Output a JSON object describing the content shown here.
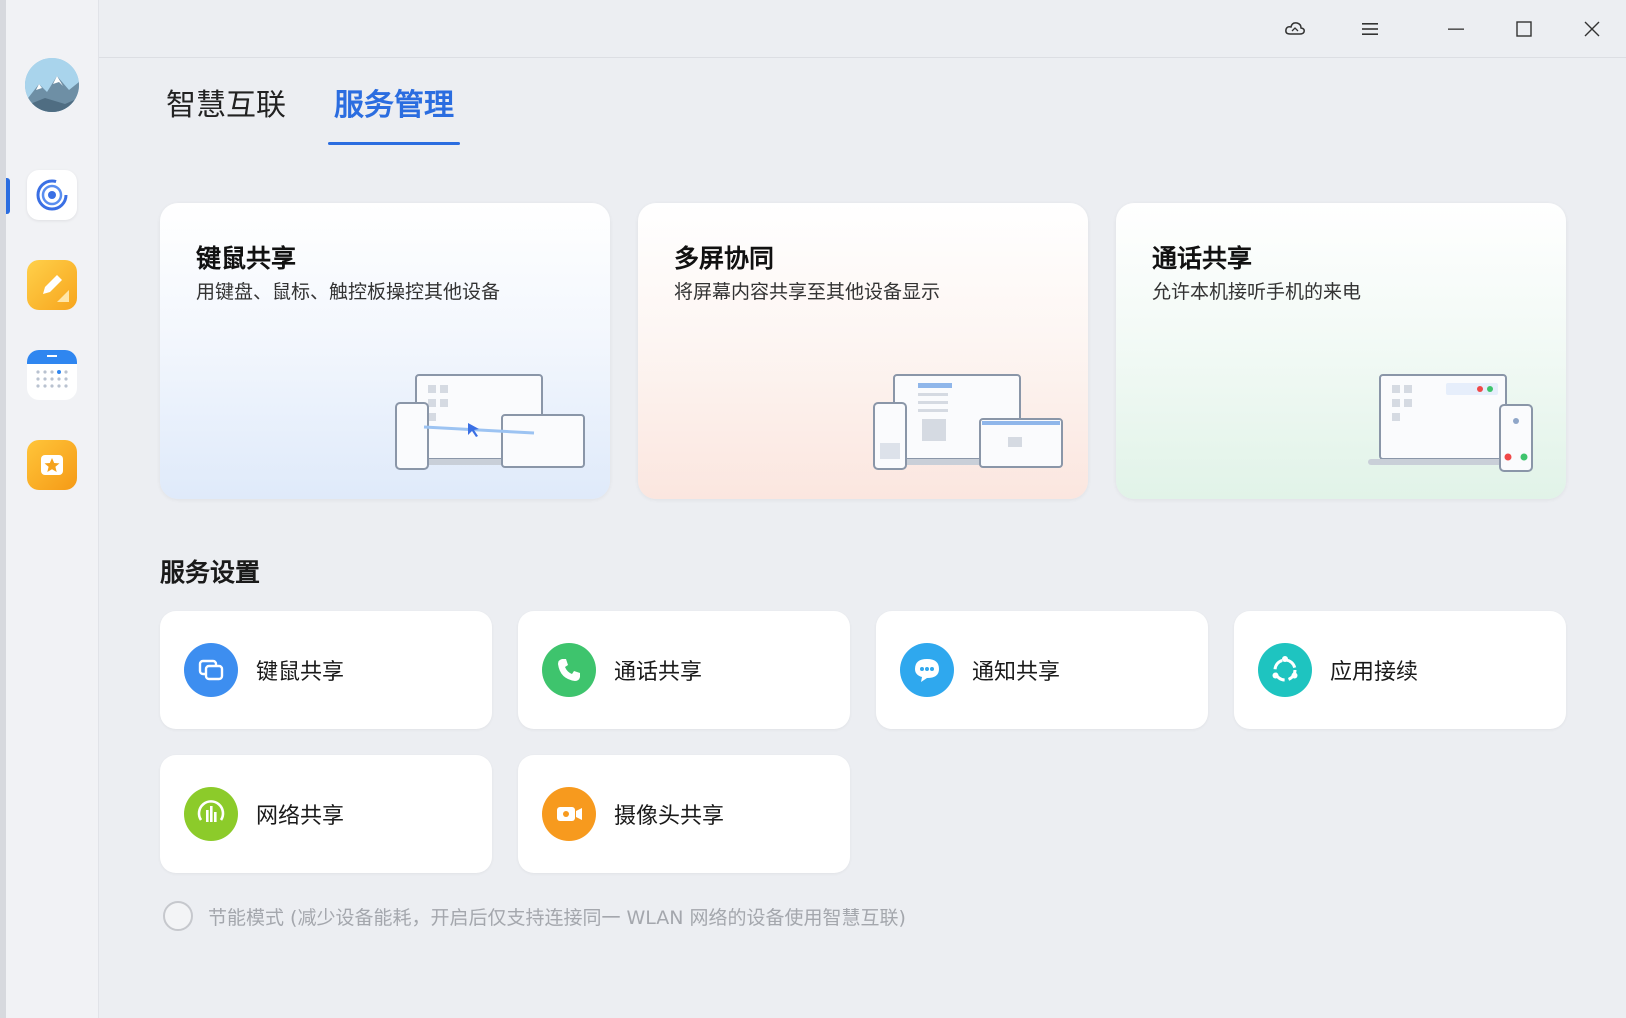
{
  "tabs": {
    "smart_connect": "智慧互联",
    "service_management": "服务管理",
    "active": "service_management"
  },
  "feature_cards": [
    {
      "title": "键鼠共享",
      "desc": "用键盘、鼠标、触控板操控其他设备"
    },
    {
      "title": "多屏协同",
      "desc": "将屏幕内容共享至其他设备显示"
    },
    {
      "title": "通话共享",
      "desc": "允许本机接听手机的来电"
    }
  ],
  "section_title": "服务设置",
  "services": [
    {
      "label": "键鼠共享",
      "icon": "keyboard-mouse-share-icon",
      "color": "#3d8ef0"
    },
    {
      "label": "通话共享",
      "icon": "phone-icon",
      "color": "#3ec46d"
    },
    {
      "label": "通知共享",
      "icon": "chat-bubble-icon",
      "color": "#2fa8ee"
    },
    {
      "label": "应用接续",
      "icon": "app-relay-icon",
      "color": "#1ec4c0"
    },
    {
      "label": "网络共享",
      "icon": "network-share-icon",
      "color": "#8ccb2a"
    },
    {
      "label": "摄像头共享",
      "icon": "camera-icon",
      "color": "#f79a1e"
    }
  ],
  "power_saving": {
    "label": "节能模式 (减少设备能耗，开启后仅支持连接同一 WLAN 网络的设备使用智慧互联)",
    "checked": false
  },
  "titlebar_icons": [
    "cloud-icon",
    "menu-icon",
    "minimize-icon",
    "maximize-icon",
    "close-icon"
  ],
  "sidebar_icons": [
    "avatar",
    "smart-connect-icon",
    "notes-icon",
    "calendar-icon",
    "favorites-icon"
  ],
  "accent_color": "#2b6de0"
}
